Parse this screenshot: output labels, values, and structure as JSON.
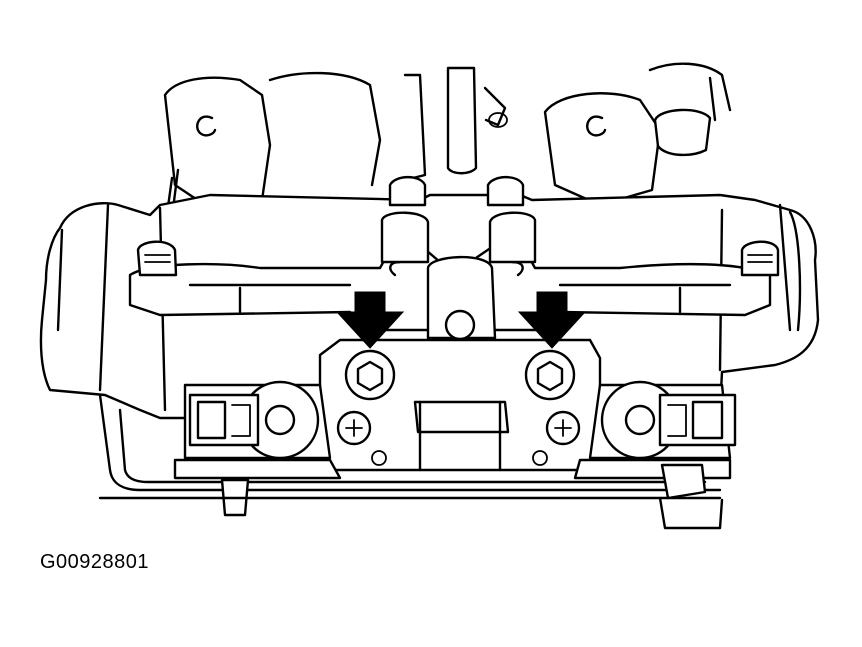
{
  "figure": {
    "code": "G00928801"
  },
  "colors": {
    "line": "#000000",
    "background": "#ffffff",
    "arrow": "#000000"
  },
  "callouts": [
    {
      "name": "left-bolt-arrow",
      "icon": "down-arrow-icon"
    },
    {
      "name": "right-bolt-arrow",
      "icon": "down-arrow-icon"
    }
  ]
}
